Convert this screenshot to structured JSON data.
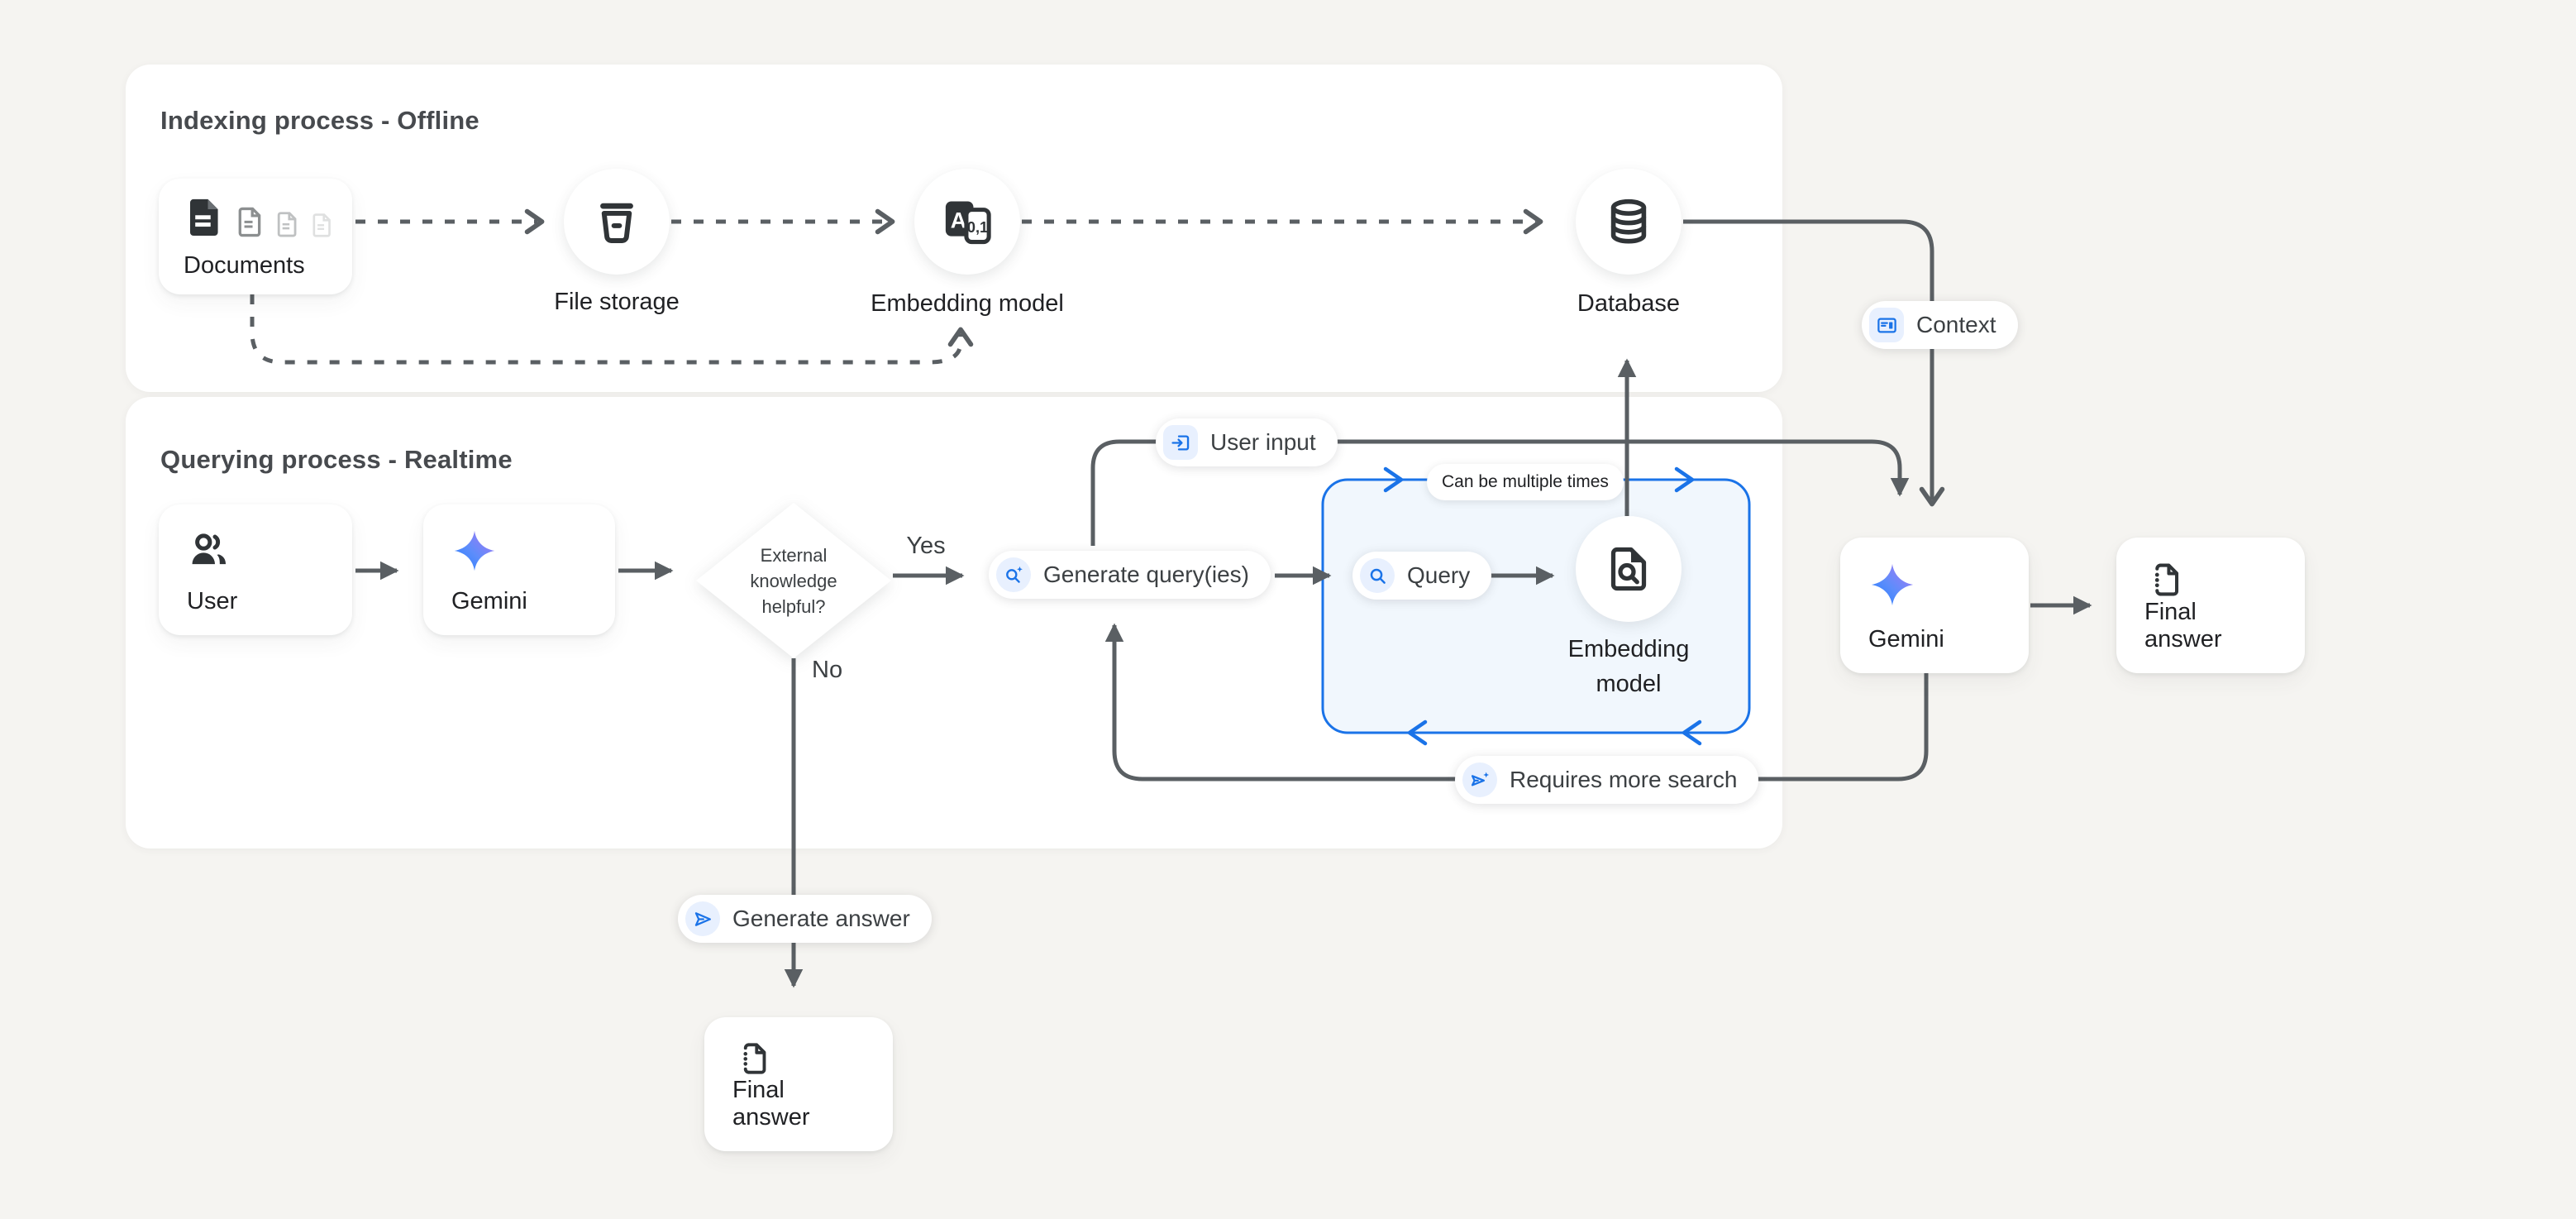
{
  "canvas": {
    "background": "#f5f4f1"
  },
  "colors": {
    "panel": "#ffffff",
    "line_gray": "#5a5f63",
    "accent_blue": "#1a73e8",
    "chip_bg": "#e8f0fe",
    "blue_box_fill": "#f1f7fd",
    "blue_box_border": "#1a73e8",
    "text_primary": "#202124",
    "text_title": "#474a4e"
  },
  "panels": {
    "indexing": {
      "title": "Indexing process - Offline"
    },
    "querying": {
      "title": "Querying process - Realtime"
    }
  },
  "nodes": {
    "documents": {
      "label": "Documents"
    },
    "file_storage": {
      "label": "File storage"
    },
    "embedding_model": {
      "label": "Embedding model"
    },
    "database": {
      "label": "Database"
    },
    "user": {
      "label": "User"
    },
    "gemini": {
      "label": "Gemini"
    },
    "query_embedding": {
      "line1": "Embedding",
      "line2": "model"
    },
    "gemini_final": {
      "label": "Gemini"
    },
    "final_answer_right": {
      "label": "Final answer"
    },
    "final_answer_bottom": {
      "label": "Final answer"
    }
  },
  "decision": {
    "line1": "External",
    "line2": "knowledge",
    "line3": "helpful?",
    "yes_label": "Yes",
    "no_label": "No"
  },
  "pills": {
    "context": {
      "label": "Context"
    },
    "user_input": {
      "label": "User input"
    },
    "can_be_multiple_times": {
      "label": "Can be multiple times"
    },
    "generate_queries": {
      "label": "Generate query(ies)"
    },
    "query": {
      "label": "Query"
    },
    "requires_more_search": {
      "label": "Requires more search"
    },
    "generate_answer": {
      "label": "Generate answer"
    }
  },
  "icon_text": {
    "embedding_a": "A",
    "embedding_digits": "0,1"
  }
}
